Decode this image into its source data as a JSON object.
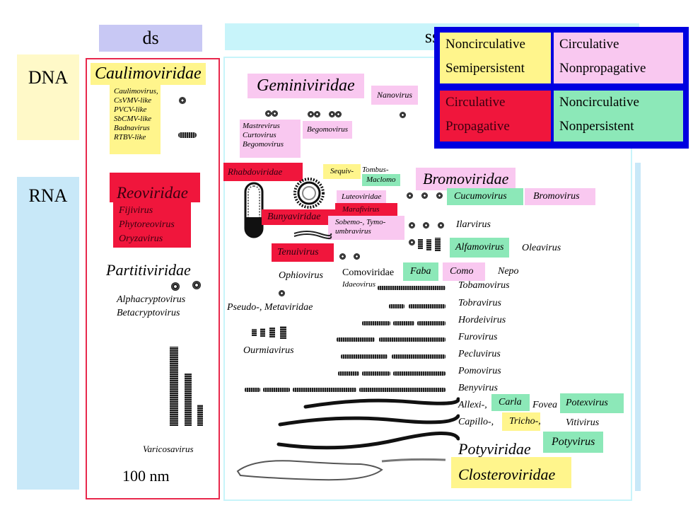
{
  "columns": {
    "ds": "ds",
    "ss": "ss"
  },
  "rows": {
    "dna": "DNA",
    "rna": "RNA"
  },
  "legend": {
    "noncirc_semi_1": "Noncirculative",
    "noncirc_semi_2": "Semipersistent",
    "circ_nonprop_1": "Circulative",
    "circ_nonprop_2": "Nonpropagative",
    "circ_prop_1": "Circulative",
    "circ_prop_2": "Propagative",
    "noncirc_nonpers_1": "Noncirculative",
    "noncirc_nonpers_2": "Nonpersistent"
  },
  "ds_dna": {
    "family": "Caulimoviridae",
    "genera": [
      "Caulimovirus,",
      "CsVMV-like",
      "PVCV-like",
      "SbCMV-like",
      "Badnavirus",
      "RTBV-like"
    ]
  },
  "ds_rna": {
    "reo": "Reoviridae",
    "reo_genera": [
      "Fijivirus",
      "Phytoreovirus",
      "Oryzavirus"
    ],
    "parti": "Partitiviridae",
    "parti_genera": [
      "Alphacryptovirus",
      "Betacryptovirus"
    ],
    "varicosa": "Varicosavirus",
    "scale": "100 nm"
  },
  "ss_dna": {
    "gemini": "Geminiviridae",
    "nano": "Nanovirus",
    "gemini_genera": [
      "Mastrevirus",
      "Curtovirus",
      "Begomovirus"
    ],
    "begomo": "Begomovirus"
  },
  "ss_rna": {
    "rhabdo": "Rhabdoviridae",
    "sequiv": "Sequiv-",
    "tombus": "Tombus-",
    "maclomo": "Maclomo",
    "bromo": "Bromoviridae",
    "luteo": "Luteoviridae",
    "cucumo": "Cucumovirus",
    "bromovirus": "Bromovirus",
    "bunya": "Bunyaviridae",
    "marafi": "Marafivirus",
    "sobemo_1": "Sobemo-, Tymo-",
    "sobemo_2": "umbravirus",
    "ilar": "Ilarvirus",
    "alfamo": "Alfamovirus",
    "olea": "Oleavirus",
    "tenui": "Tenuivirus",
    "ophio": "Ophiovirus",
    "comoviridae": "Comoviridae",
    "idaeo": "Idaeovirus",
    "faba": "Faba",
    "como": "Como",
    "nepo": "Nepo",
    "tobamo": "Tobamovirus",
    "pseudo": "Pseudo-, Metaviridae",
    "tobra": "Tobravirus",
    "hordei": "Hordeivirus",
    "furo": "Furovirus",
    "ourmia": "Ourmiavirus",
    "peclu": "Pecluvirus",
    "pomo": "Pomovirus",
    "beny": "Benyvirus",
    "allexi": "Allexi-,",
    "carla": "Carla",
    "fovea": "Fovea",
    "potex": "Potexvirus",
    "capillo": "Capillo-,",
    "tricho": "Tricho-,",
    "viti": "Vitivirus",
    "poty": "Potyviridae",
    "potyvirus": "Potyvirus",
    "clostero": "Closteroviridae"
  },
  "colors": {
    "yellow": "#fff58c",
    "pink": "#f9c8f0",
    "red": "#f0163c",
    "green": "#8ce8b8",
    "blue": "#0000e0",
    "lavender": "#c8c8f4",
    "lightblue": "#c8f4fa"
  }
}
